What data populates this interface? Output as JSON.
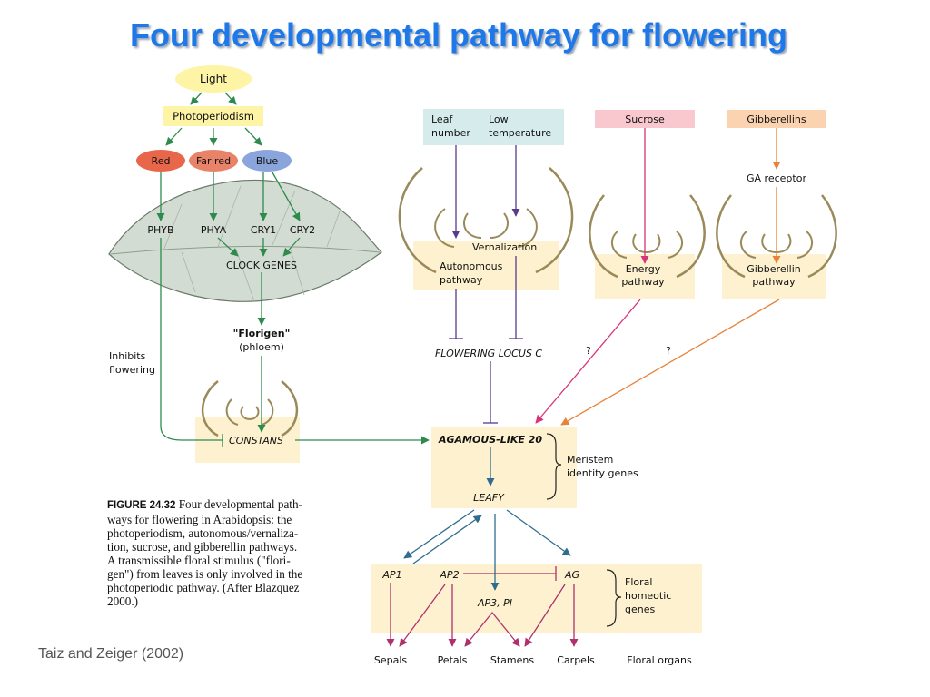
{
  "title": "Four developmental pathway for flowering",
  "credit": "Taiz and Zeiger (2002)",
  "caption": {
    "figure": "FIGURE 24.32",
    "lines": [
      "Four developmental path-",
      "ways for flowering in Arabidopsis: the",
      "photoperiodism, autonomous/vernaliza-",
      "tion, sucrose, and gibberellin pathways.",
      "A transmissible floral stimulus (\"flori-",
      "gen\") from leaves is only involved in the",
      "photoperiodic pathway. (After Blazquez",
      "2000.)"
    ]
  },
  "nodes": {
    "light": "Light",
    "photoperiodism": "Photoperiodism",
    "red": "Red",
    "far_red": "Far red",
    "blue": "Blue",
    "phyb": "PHYB",
    "phya": "PHYA",
    "cry1": "CRY1",
    "cry2": "CRY2",
    "clock_genes": "CLOCK GENES",
    "florigen_1": "\"Florigen\"",
    "florigen_2": "(phloem)",
    "inhibits_1": "Inhibits",
    "inhibits_2": "flowering",
    "constans": "CONSTANS",
    "leaf_number_1": "Leaf",
    "leaf_number_2": "number",
    "low_temp_1": "Low",
    "low_temp_2": "temperature",
    "vernalization": "Vernalization",
    "autonomous_1": "Autonomous",
    "autonomous_2": "pathway",
    "sucrose": "Sucrose",
    "energy_1": "Energy",
    "energy_2": "pathway",
    "gibberellins": "Gibberellins",
    "ga_receptor": "GA receptor",
    "gib_path_1": "Gibberellin",
    "gib_path_2": "pathway",
    "flc": "FLOWERING LOCUS C",
    "q1": "?",
    "q2": "?",
    "agl20": "AGAMOUS-LIKE 20",
    "leafy": "LEAFY",
    "meristem_1": "Meristem",
    "meristem_2": "identity genes",
    "ap1": "AP1",
    "ap2": "AP2",
    "ag": "AG",
    "ap3pi": "AP3, PI",
    "floral_1": "Floral",
    "floral_2": "homeotic",
    "floral_3": "genes",
    "sepals": "Sepals",
    "petals": "Petals",
    "stamens": "Stamens",
    "carpels": "Carpels",
    "floral_organs": "Floral organs"
  },
  "colors": {
    "title": "#1f78e8",
    "green_arrow": "#2e8b4e",
    "purple_arrow": "#5b3a8a",
    "pink_arrow": "#d6337a",
    "orange_arrow": "#e8823a",
    "blue_arrow": "#2f6d8e",
    "magenta_arrow": "#b0306e",
    "light_node": "#fdf4a6",
    "red_node": "#e8664a",
    "far_red_node": "#e8836a",
    "blue_node": "#8aa4dc",
    "leaf": "#d2dcd2",
    "meristem_fill": "#fdf1cf",
    "cyan_box": "#d6ecec",
    "pink_box": "#f9c8cf",
    "orange_box": "#fbd3b0"
  }
}
